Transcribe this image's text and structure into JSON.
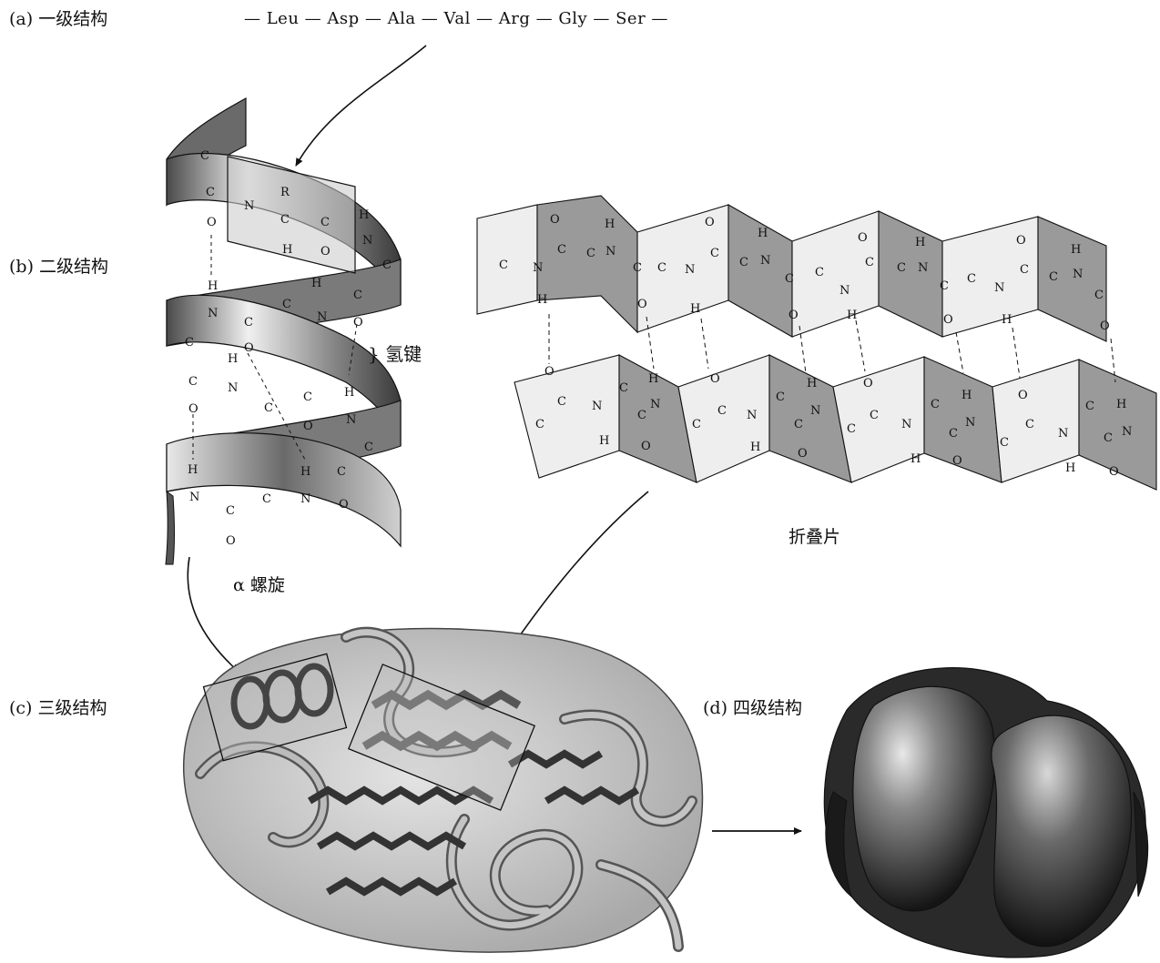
{
  "labels": {
    "primary": "(a) 一级结构",
    "secondary": "(b) 二级结构",
    "tertiary": "(c) 三级结构",
    "quaternary": "(d) 四级结构",
    "hydrogen_bond": "} 氢键",
    "alpha_helix": "α 螺旋",
    "pleated_sheet": "折叠片"
  },
  "sequence": {
    "text": "— Leu — Asp — Ala — Val — Arg — Gly — Ser —",
    "residues": [
      "Leu",
      "Asp",
      "Ala",
      "Val",
      "Arg",
      "Gly",
      "Ser"
    ]
  },
  "helix_atoms": {
    "side_chain": "R",
    "carbon": "C",
    "nitrogen": "N",
    "oxygen": "O",
    "hydrogen": "H"
  },
  "colors": {
    "ink": "#111111",
    "ribbon_dark": "#5e5e5e",
    "ribbon_light": "#d9d9d9",
    "sheet_face_light": "#eeeeee",
    "sheet_face_dark": "#9a9a9a",
    "protein_envelope": "#c9c9c9",
    "subunit": "#3a3a3a"
  }
}
